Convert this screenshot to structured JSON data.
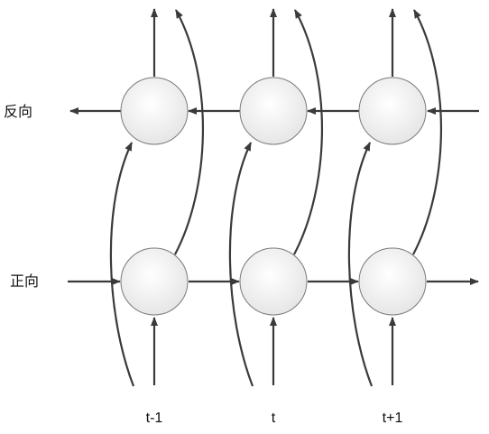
{
  "labels": {
    "backward": "反向",
    "forward": "正向"
  },
  "timesteps": [
    "t-1",
    "t",
    "t+1"
  ],
  "colors": {
    "stroke": "#3a3a3a",
    "node_fill_light": "#ffffff",
    "node_fill_dark": "#e4e4e4",
    "node_border": "#7a7a7a"
  }
}
